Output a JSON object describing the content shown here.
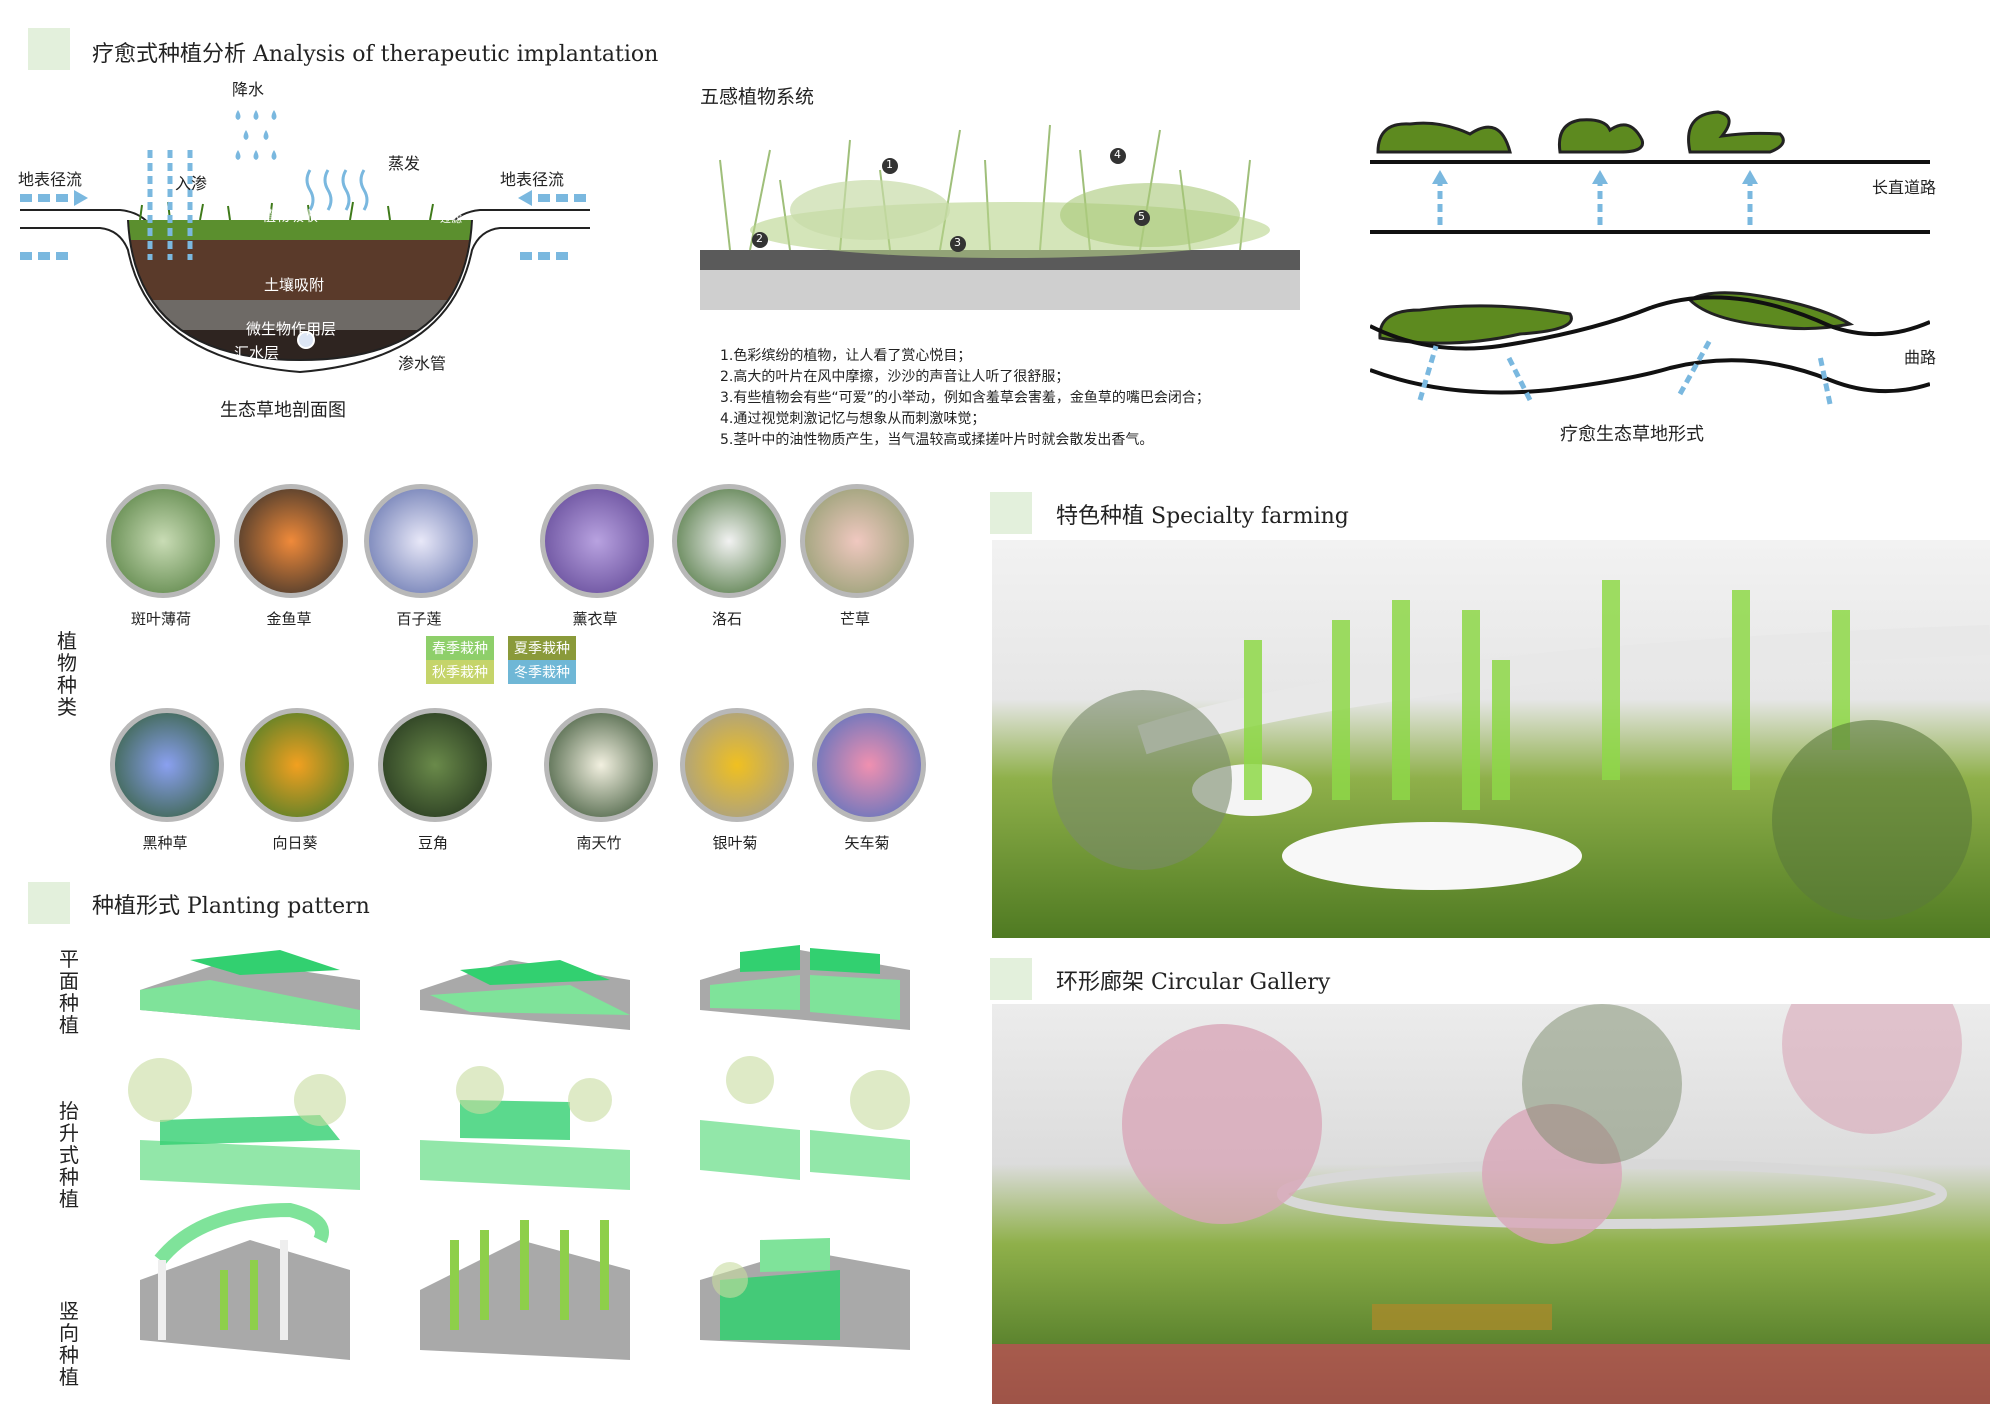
{
  "sections": {
    "therapeutic": "疗愈式种植分析  Analysis of therapeutic implantation",
    "specialty": "特色种植  Specialty farming",
    "gallery": "环形廊架  Circular Gallery",
    "pattern": "种植形式  Planting pattern"
  },
  "section_diagram": {
    "precipitation": "降水",
    "runoff_left": "地表径流",
    "runoff_right": "地表径流",
    "infiltration": "入渗",
    "evaporation": "蒸发",
    "plant_absorption": "植物吸收",
    "filter": "过滤",
    "soil_adsorption": "土壤吸附",
    "microbe_layer": "微生物作用层",
    "collection_layer": "汇水层",
    "drain_pipe": "渗水管",
    "caption": "生态草地剖面图"
  },
  "five_senses": {
    "title": "五感植物系统",
    "markers": [
      "1",
      "2",
      "3",
      "4",
      "5"
    ],
    "items": [
      "1.色彩缤纷的植物，让人看了赏心悦目；",
      "2.高大的叶片在风中摩擦，沙沙的声音让人听了很舒服；",
      "3.有些植物会有些“可爱”的小举动，例如含羞草会害羞，金鱼草的嘴巴会闭合；",
      "4.通过视觉刺激记忆与想象从而刺激味觉；",
      "5.茎叶中的油性物质产生，当气温较高或揉搓叶片时就会散发出香气。"
    ]
  },
  "meadow_forms": {
    "straight_road": "长直道路",
    "curved_road": "曲路",
    "caption": "疗愈生态草地形式"
  },
  "plant_types": {
    "label": "植物种类",
    "row1": [
      "斑叶薄荷",
      "金鱼草",
      "百子莲",
      "薰衣草",
      "洛石",
      "芒草"
    ],
    "row2": [
      "黑种草",
      "向日葵",
      "豆角",
      "南天竹",
      "银叶菊",
      "矢车菊"
    ],
    "legend": [
      {
        "text": "春季栽种",
        "color": "#8ecf6a"
      },
      {
        "text": "夏季栽种",
        "color": "#8a9a3a"
      },
      {
        "text": "秋季栽种",
        "color": "#c5d46a"
      },
      {
        "text": "冬季栽种",
        "color": "#6fb7d6"
      }
    ]
  },
  "pattern_rows": [
    "平面种植",
    "抬升式种植",
    "竖向种植"
  ],
  "colors": {
    "accent": "#e3f0dc",
    "arrow": "#7ab8df",
    "grass": "#6a9a2a",
    "box": "#7fe39a"
  }
}
